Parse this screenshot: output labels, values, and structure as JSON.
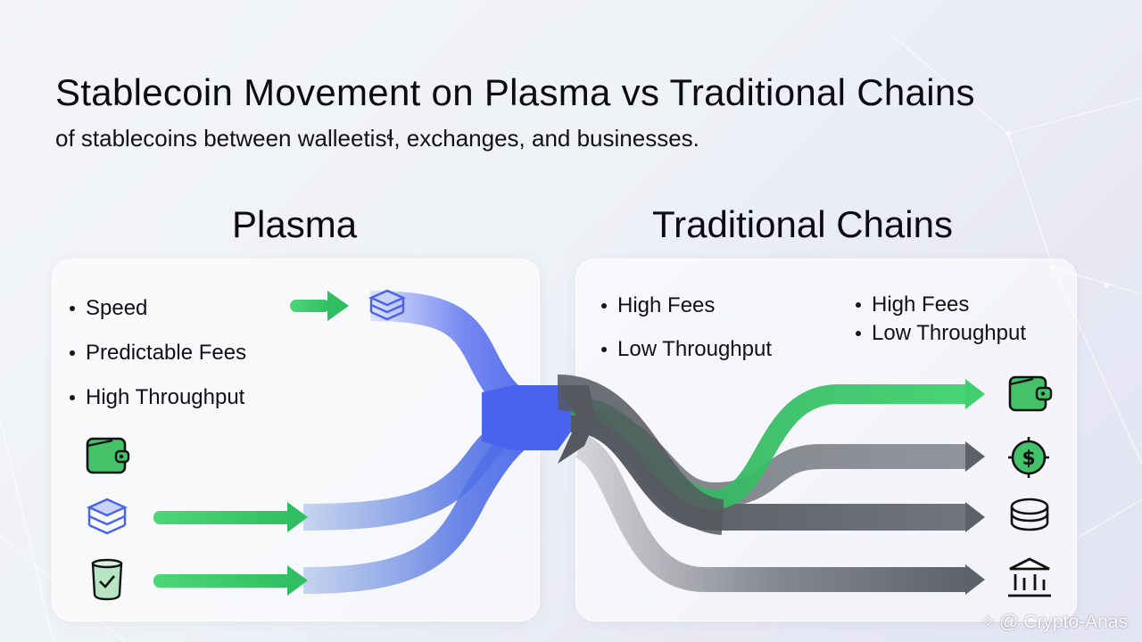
{
  "header": {
    "title": "Stablecoin Movement on Plasma vs Traditional Chains",
    "subtitle": "of stablecoins between walleetisɬ, exchanges, and businesses."
  },
  "plasma": {
    "heading": "Plasma",
    "bullets": [
      "Speed",
      "Predictable Fees",
      "High Throughput"
    ],
    "icons": [
      "wallet-icon",
      "stack-coins-icon",
      "verified-jar-icon",
      "stack-coins-icon"
    ]
  },
  "traditional": {
    "heading": "Traditional Chains",
    "bullets_left": [
      "High Fees",
      "Low Throughput"
    ],
    "bullets_right": [
      "High Fees",
      "Low Throughput"
    ],
    "destinations": [
      "wallet-icon",
      "dollar-coin-icon",
      "stack-coins-icon",
      "bank-icon"
    ]
  },
  "colors": {
    "plasma_blue": "#4a63ee",
    "green_arrow": "#3bd16a",
    "traditional_gray": "#5d6168",
    "icon_green": "#44c26a"
  },
  "watermark": {
    "text": "@ Crypto-Anas"
  }
}
